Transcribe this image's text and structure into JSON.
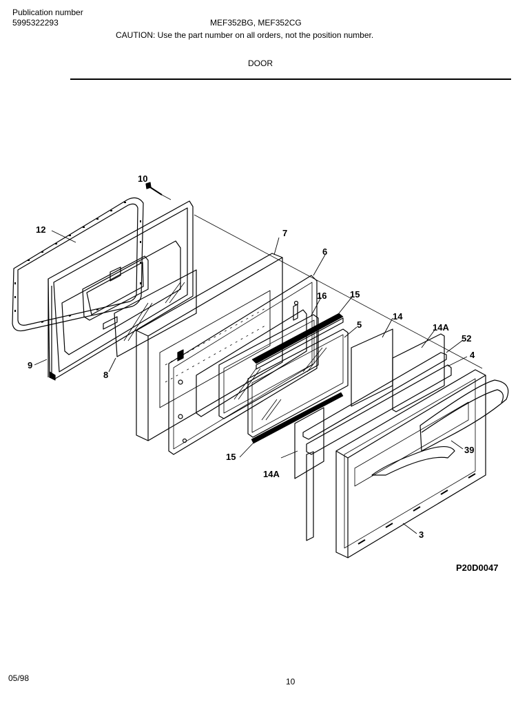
{
  "header": {
    "publication_label": "Publication number",
    "publication_number": "5995322293",
    "models": "MEF352BG, MEF352CG",
    "caution": "CAUTION:  Use the part number on all orders, not the position number.",
    "section_title": "DOOR"
  },
  "diagram": {
    "callouts": [
      {
        "id": "c10",
        "text": "10"
      },
      {
        "id": "c12",
        "text": "12"
      },
      {
        "id": "c9",
        "text": "9"
      },
      {
        "id": "c8",
        "text": "8"
      },
      {
        "id": "c7",
        "text": "7"
      },
      {
        "id": "c6",
        "text": "6"
      },
      {
        "id": "c16",
        "text": "16"
      },
      {
        "id": "c15a",
        "text": "15"
      },
      {
        "id": "c5",
        "text": "5"
      },
      {
        "id": "c14",
        "text": "14"
      },
      {
        "id": "c14a",
        "text": "14A"
      },
      {
        "id": "c52",
        "text": "52"
      },
      {
        "id": "c4",
        "text": "4"
      },
      {
        "id": "c39",
        "text": "39"
      },
      {
        "id": "c15b",
        "text": "15"
      },
      {
        "id": "c14a2",
        "text": "14A"
      },
      {
        "id": "c3",
        "text": "3"
      }
    ],
    "figure_code": "P20D0047"
  },
  "footer": {
    "date": "05/98",
    "page_number": "10"
  }
}
